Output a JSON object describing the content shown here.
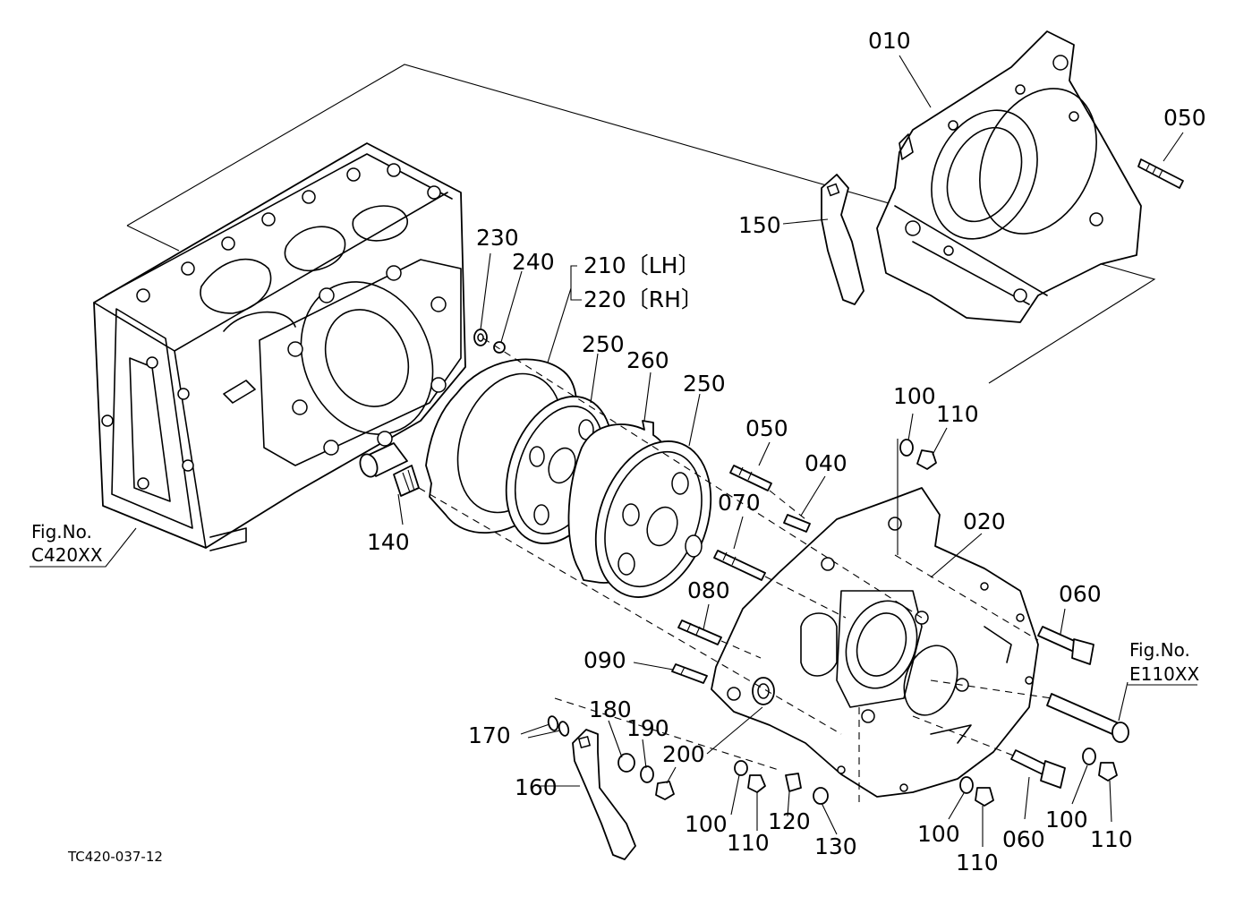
{
  "drawing_code": "TC420-037-12",
  "references": [
    {
      "fig_label": "Fig.No.",
      "fig_code": "C420XX"
    },
    {
      "fig_label": "Fig.No.",
      "fig_code": "E110XX"
    }
  ],
  "callouts": [
    "010",
    "050",
    "150",
    "230",
    "240",
    "210〔LH〕",
    "220〔RH〕",
    "250",
    "260",
    "250",
    "100",
    "110",
    "050",
    "040",
    "020",
    "070",
    "140",
    "060",
    "080",
    "090",
    "180",
    "190",
    "200",
    "170",
    "160",
    "100",
    "110",
    "120",
    "130",
    "100",
    "110",
    "060",
    "100",
    "110"
  ]
}
